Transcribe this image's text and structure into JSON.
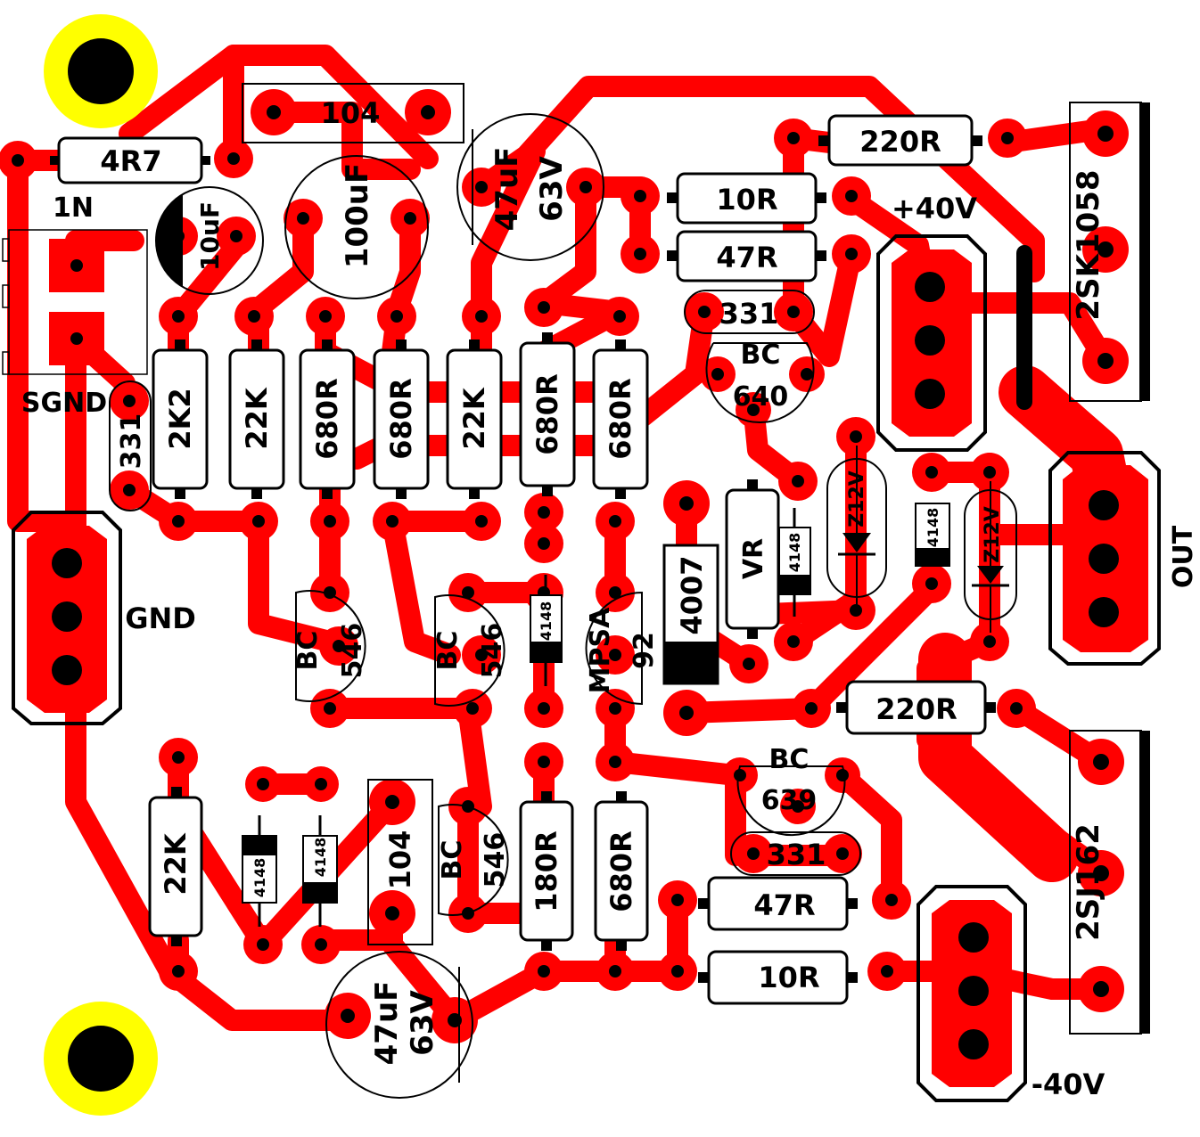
{
  "colors": {
    "copper": "#ff0000",
    "ink": "#000000",
    "mount_ring": "#ffff00",
    "background": "#ffffff"
  },
  "labels": {
    "r_4r7": "4R7",
    "c_104_top": "104",
    "c_100uf": "100uF",
    "c_47uf_top": "47uF",
    "c_63v_top": "63V",
    "c_10uf": "10uF",
    "in_label": "1N",
    "sgnd": "SGND",
    "gnd": "GND",
    "r_220r_top": "220R",
    "r_10r_top": "10R",
    "r_47r_top": "47R",
    "c_331_top": "331",
    "plus40v": "+40V",
    "q_2sk1058": "2SK1058",
    "bc640_a": "BC",
    "bc640_b": "640",
    "c_331_left": "331",
    "r_2k2": "2K2",
    "r_22k_a": "22K",
    "r_680r_a": "680R",
    "r_680r_b": "680R",
    "r_22k_b": "22K",
    "r_680r_c": "680R",
    "r_680r_d": "680R",
    "zener_1": "Z12V",
    "zener_2": "Z12V",
    "d_4148_vr": "4148",
    "d_4148_out": "4148",
    "out": "OUT",
    "vr": "VR",
    "d_4007": "4007",
    "bc546_a1": "BC",
    "bc546_a2": "546",
    "bc546_b1": "BC",
    "bc546_b2": "546",
    "d_4148_mid": "4148",
    "mpsa_a": "MPSA",
    "mpsa_b": "92",
    "r_220r_mid": "220R",
    "bc639_a": "BC",
    "bc639_b": "639",
    "c_331_bot": "331",
    "r_47r_bot": "47R",
    "r_10r_bot": "10R",
    "q_2sj162": "2SJ162",
    "r_22k_c": "22K",
    "d_4148_bl": "4148",
    "d_4148_bm": "4148",
    "c_104_bot": "104",
    "bc546_c1": "BC",
    "bc546_c2": "546",
    "r_180r": "180R",
    "r_680r_e": "680R",
    "c_47uf_bot": "47uF",
    "c_63v_bot": "63V",
    "minus40v": "-40V"
  }
}
